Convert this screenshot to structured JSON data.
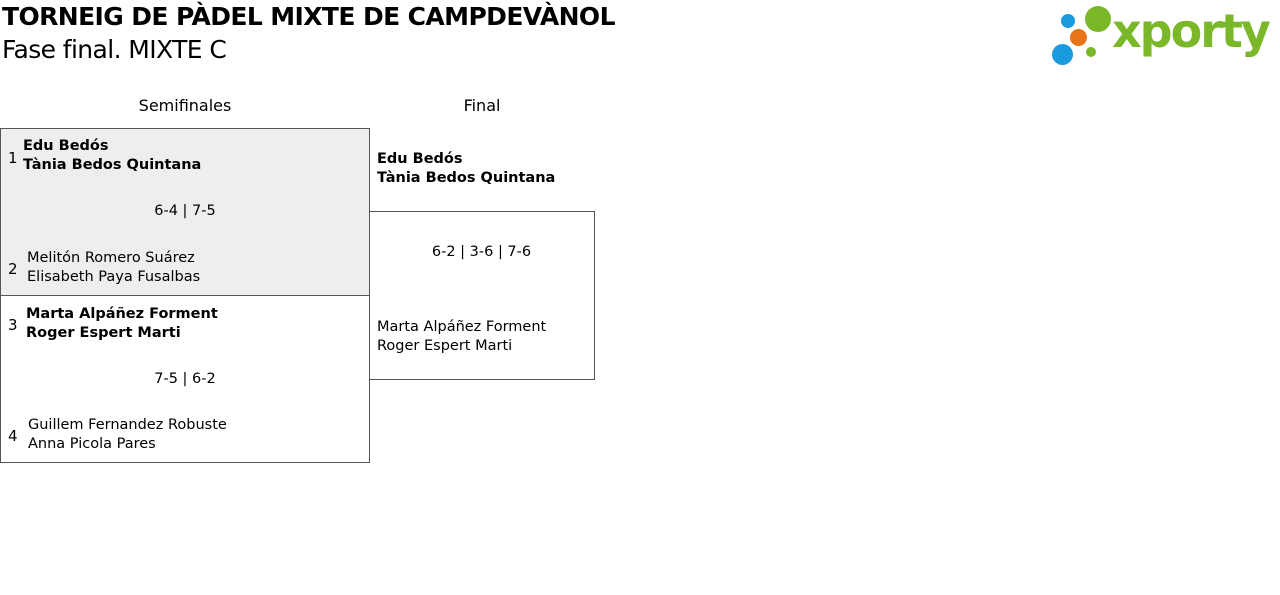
{
  "header": {
    "title": "TORNEIG DE PÀDEL MIXTE DE CAMPDEVÀNOL",
    "subtitle": "Fase final. MIXTE C"
  },
  "logo": {
    "wordmark": "xporty",
    "colors": {
      "green": "#7ab829",
      "blue": "#1a9be0",
      "orange": "#e8731a"
    }
  },
  "rounds": {
    "semifinals": "Semifinales",
    "final": "Final"
  },
  "semifinals": [
    {
      "top": {
        "seed": "1",
        "player1": "Edu Bedós",
        "player2": "Tània Bedos Quintana",
        "winner": true
      },
      "score": "6-4 | 7-5",
      "bottom": {
        "seed": "2",
        "player1": "Melitón Romero Suárez",
        "player2": "Elisabeth Paya Fusalbas",
        "winner": false
      }
    },
    {
      "top": {
        "seed": "3",
        "player1": "Marta Alpáñez Forment",
        "player2": "Roger Espert Marti",
        "winner": true
      },
      "score": "7-5 | 6-2",
      "bottom": {
        "seed": "4",
        "player1": "Guillem Fernandez Robuste",
        "player2": "Anna Picola Pares",
        "winner": false
      }
    }
  ],
  "final": {
    "top": {
      "player1": "Edu Bedós",
      "player2": "Tània Bedos Quintana",
      "winner": true
    },
    "score": "6-2 | 3-6 | 7-6",
    "bottom": {
      "player1": "Marta Alpáñez Forment",
      "player2": "Roger Espert Marti",
      "winner": false
    }
  }
}
